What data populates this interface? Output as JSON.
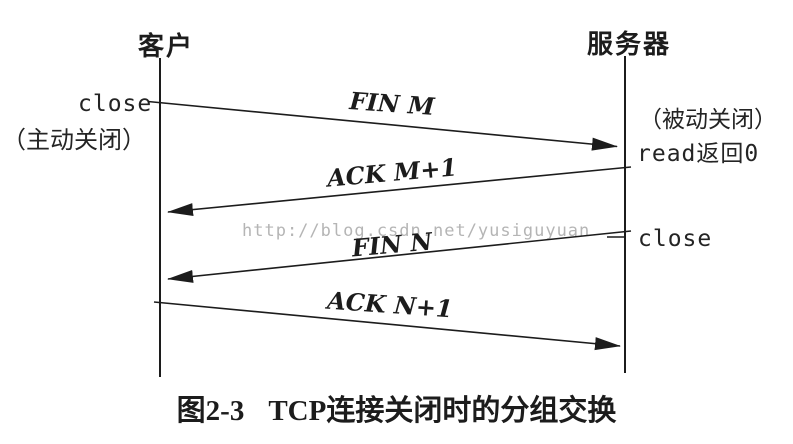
{
  "colors": {
    "ink": "#1c1c1c",
    "watermark": "#b5b5b5",
    "background": "#ffffff"
  },
  "lifelines": {
    "client": {
      "label": "客户"
    },
    "server": {
      "label": "服务器"
    }
  },
  "client_side": {
    "close_label": "close",
    "note": "（主动关闭）"
  },
  "server_side": {
    "note": "（被动关闭）",
    "read_label": "read返回0",
    "close_label": "close"
  },
  "messages": [
    {
      "label": "FIN M",
      "from": "client",
      "to": "server"
    },
    {
      "label": "ACK M+1",
      "from": "server",
      "to": "client"
    },
    {
      "label": "FIN N",
      "from": "server",
      "to": "client"
    },
    {
      "label": "ACK N+1",
      "from": "client",
      "to": "server"
    }
  ],
  "watermark": "http://blog.csdn.net/yusiguyuan",
  "caption": {
    "figure_number": "图2-3",
    "title": "TCP连接关闭时的分组交换"
  }
}
